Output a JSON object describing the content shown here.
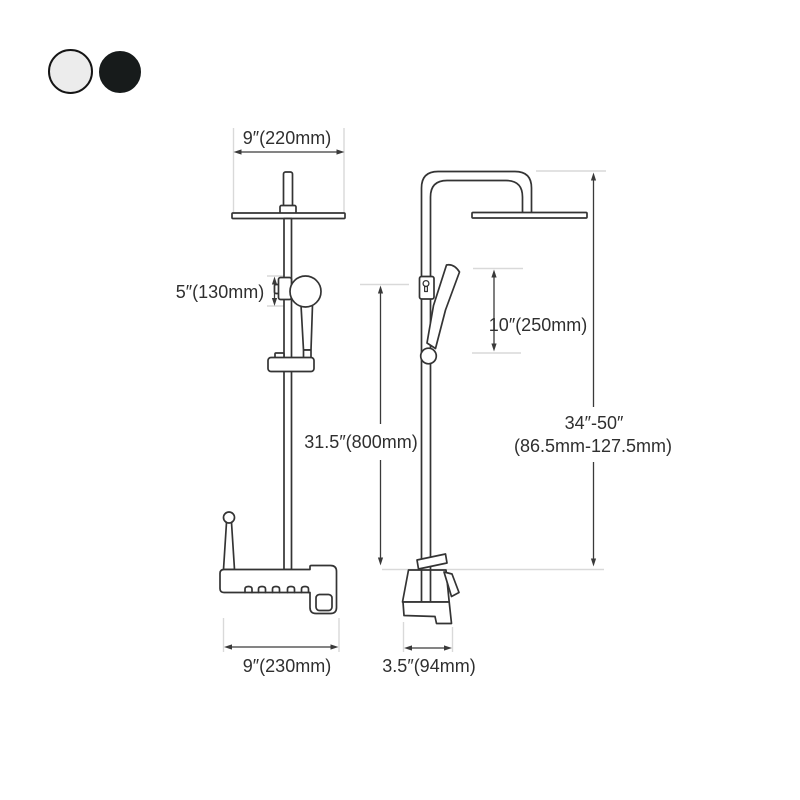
{
  "color_options": {
    "white": {
      "name": "white",
      "hex": "#ececec"
    },
    "black": {
      "name": "black",
      "hex": "#171b1b"
    }
  },
  "diagram": {
    "dimensions": {
      "head_width": "9″(220mm)",
      "hand_shower_height": "5″(130mm)",
      "pole_height": "31.5″(800mm)",
      "valve_width": "9″(230mm)",
      "valve_depth": "3.5″(94mm)",
      "slide_travel": "10″(250mm)",
      "total_height_range_line1": "34″-50″",
      "total_height_range_line2": "(86.5mm-127.5mm)"
    },
    "colors": {
      "line": "#343434",
      "dimension": "#3a3a3a",
      "extension": "#d9d9d9",
      "text": "#2f2f2f"
    }
  }
}
